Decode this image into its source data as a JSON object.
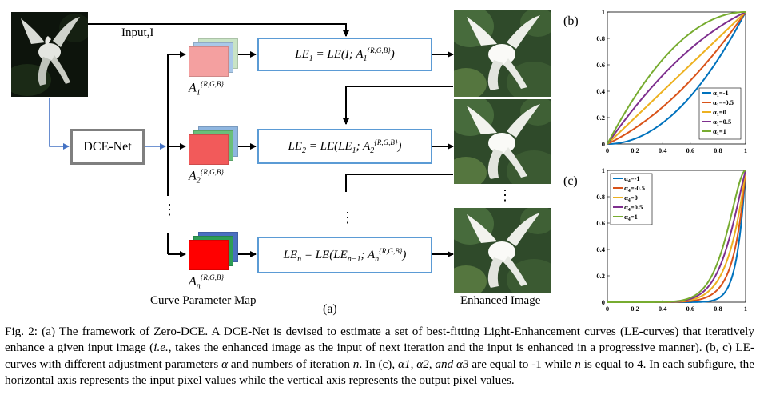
{
  "diagram": {
    "input_label": "Input,I",
    "dce_net_label": "DCE-Net",
    "maps": [
      {
        "label": "A1{R,G,B}",
        "base": "A",
        "sub": "1",
        "sup": "{R,G,B}",
        "colors": [
          "#c9e4c5",
          "#a9c8e8",
          "#f4a0a0"
        ]
      },
      {
        "label": "A2{R,G,B}",
        "base": "A",
        "sub": "2",
        "sup": "{R,G,B}",
        "colors": [
          "#8fb6e0",
          "#6abf7a",
          "#f25a5a"
        ]
      },
      {
        "label": "An{R,G,B}",
        "base": "A",
        "sub": "n",
        "sup": "{R,G,B}",
        "colors": [
          "#4a6fc0",
          "#2e9d55",
          "#ff0000"
        ]
      }
    ],
    "le_boxes": [
      {
        "text": "LE1 = LE(I; A1{R,G,B})",
        "lhs": "LE",
        "lhs_sub": "1",
        "rhs": "= LE(I; ",
        "a_sub": "1",
        "a_sup": "{R,G,B}",
        "close": ")"
      },
      {
        "text": "LE2 = LE(LE1; A2{R,G,B})",
        "lhs": "LE",
        "lhs_sub": "2",
        "rhs": "= LE(LE",
        "rhs_sub": "1",
        "rhs2": "; ",
        "a_sub": "2",
        "a_sup": "{R,G,B}",
        "close": ")"
      },
      {
        "text": "LEn = LE(LEn−1; An{R,G,B})",
        "lhs": "LE",
        "lhs_sub": "n",
        "rhs": "= LE(LE",
        "rhs_sub": "n−1",
        "rhs2": "; ",
        "a_sub": "n",
        "a_sup": "{R,G,B}",
        "close": ")"
      }
    ],
    "curve_param_label": "Curve Parameter Map",
    "enhanced_label": "Enhanced Image",
    "panel_a_label": "(a)",
    "panel_b_label": "(b)",
    "panel_c_label": "(c)",
    "ellipsis": "⋮"
  },
  "chart_data": [
    {
      "type": "line",
      "panel": "(b)",
      "xlim": [
        0,
        1
      ],
      "ylim": [
        0,
        1
      ],
      "xticks": [
        "0",
        "0.2",
        "0.4",
        "0.6",
        "0.8",
        "1"
      ],
      "yticks": [
        "0",
        "0.2",
        "0.4",
        "0.6",
        "0.8",
        "1"
      ],
      "iterations": 1,
      "legend_position": "bottom-right",
      "series": [
        {
          "name": "α1=-1",
          "sym": "α",
          "sub": "1",
          "rest": "=-1",
          "alpha": -1,
          "color": "#0072bd"
        },
        {
          "name": "α1=-0.5",
          "sym": "α",
          "sub": "1",
          "rest": "=-0.5",
          "alpha": -0.5,
          "color": "#d95319"
        },
        {
          "name": "α1=0",
          "sym": "α",
          "sub": "1",
          "rest": "=0",
          "alpha": 0,
          "color": "#edb120"
        },
        {
          "name": "α1=0.5",
          "sym": "α",
          "sub": "1",
          "rest": "=0.5",
          "alpha": 0.5,
          "color": "#7e2f8e"
        },
        {
          "name": "α1=1",
          "sym": "α",
          "sub": "1",
          "rest": "=1",
          "alpha": 1,
          "color": "#77ac30"
        }
      ]
    },
    {
      "type": "line",
      "panel": "(c)",
      "xlim": [
        0,
        1
      ],
      "ylim": [
        0,
        1
      ],
      "xticks": [
        "0",
        "0.2",
        "0.4",
        "0.6",
        "0.8",
        "1"
      ],
      "yticks": [
        "0",
        "0.2",
        "0.4",
        "0.6",
        "0.8",
        "1"
      ],
      "iterations": 4,
      "fixed_alpha": -1,
      "legend_position": "top-left",
      "series": [
        {
          "name": "α4=-1",
          "sym": "α",
          "sub": "4",
          "rest": "=-1",
          "alpha": -1,
          "color": "#0072bd"
        },
        {
          "name": "α4=-0.5",
          "sym": "α",
          "sub": "4",
          "rest": "=-0.5",
          "alpha": -0.5,
          "color": "#d95319"
        },
        {
          "name": "α4=0",
          "sym": "α",
          "sub": "4",
          "rest": "=0",
          "alpha": 0,
          "color": "#edb120"
        },
        {
          "name": "α4=0.5",
          "sym": "α",
          "sub": "4",
          "rest": "=0.5",
          "alpha": 0.5,
          "color": "#7e2f8e"
        },
        {
          "name": "α4=1",
          "sym": "α",
          "sub": "4",
          "rest": "=1",
          "alpha": 1,
          "color": "#77ac30"
        }
      ]
    }
  ],
  "caption": {
    "parts": [
      "Fig. 2: (a) The framework of Zero-DCE. A DCE-Net is devised to estimate a set of best-fitting Light-Enhancement curves (LE-curves) that iteratively enhance a given input image (",
      "i.e.",
      ", takes the enhanced image as the input of next iteration and the input is enhanced in a progressive manner). (b, c) LE-curves with different adjustment parameters ",
      "α",
      " and numbers of iteration ",
      "n",
      ". In (c), ",
      "α1, α2, and α3",
      " are equal to -1 while ",
      "n",
      " is equal to 4. In each subfigure, the horizontal axis represents the input pixel values while the vertical axis represents the output pixel values."
    ]
  },
  "colors": {
    "flow_blue": "#4472c4",
    "box_blue": "#5b9bd5",
    "dce_gray": "#7f7f7f"
  }
}
